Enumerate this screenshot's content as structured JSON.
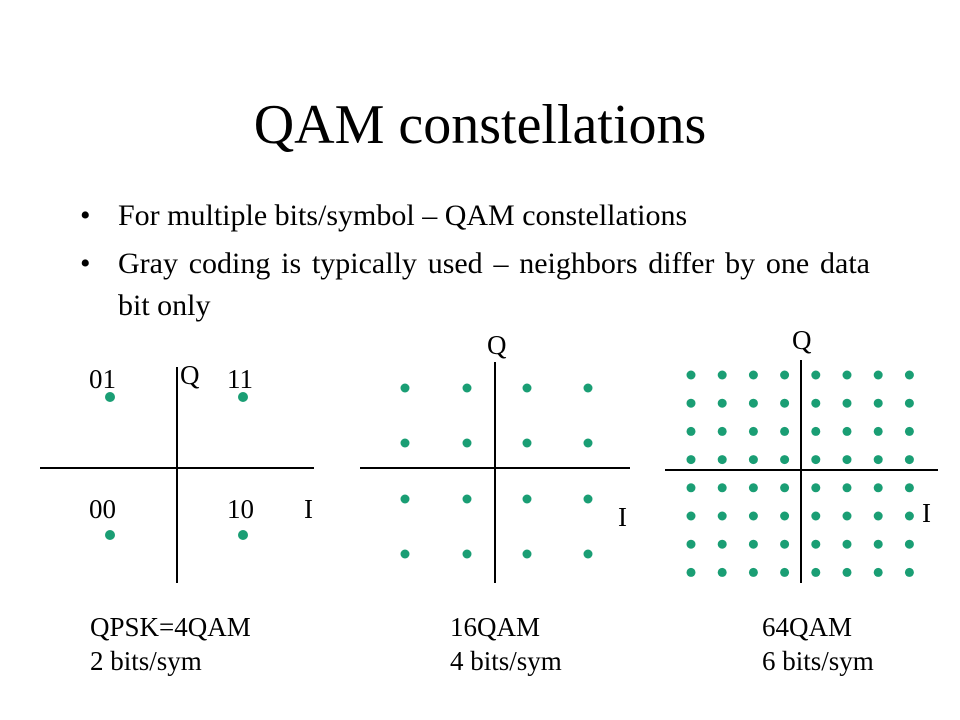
{
  "title": "QAM constellations",
  "bullets": [
    {
      "text": "For multiple bits/symbol – QAM constellations"
    },
    {
      "text": "Gray coding is typically used – neighbors differ by one data bit only"
    }
  ],
  "bullet_glyph": "•",
  "point_color": "#1a9e74",
  "diagrams": [
    {
      "name": "qpsk",
      "grid": 2,
      "axis_q": "Q",
      "axis_i": "I",
      "point_labels": [
        "01",
        "11",
        "00",
        "10"
      ],
      "caption_line1": "QPSK=4QAM",
      "caption_line2": "2 bits/sym"
    },
    {
      "name": "16qam",
      "grid": 4,
      "axis_q": "Q",
      "axis_i": "I",
      "caption_line1": "16QAM",
      "caption_line2": "4 bits/sym"
    },
    {
      "name": "64qam",
      "grid": 8,
      "axis_q": "Q",
      "axis_i": "I",
      "caption_line1": "64QAM",
      "caption_line2": "6 bits/sym"
    }
  ]
}
